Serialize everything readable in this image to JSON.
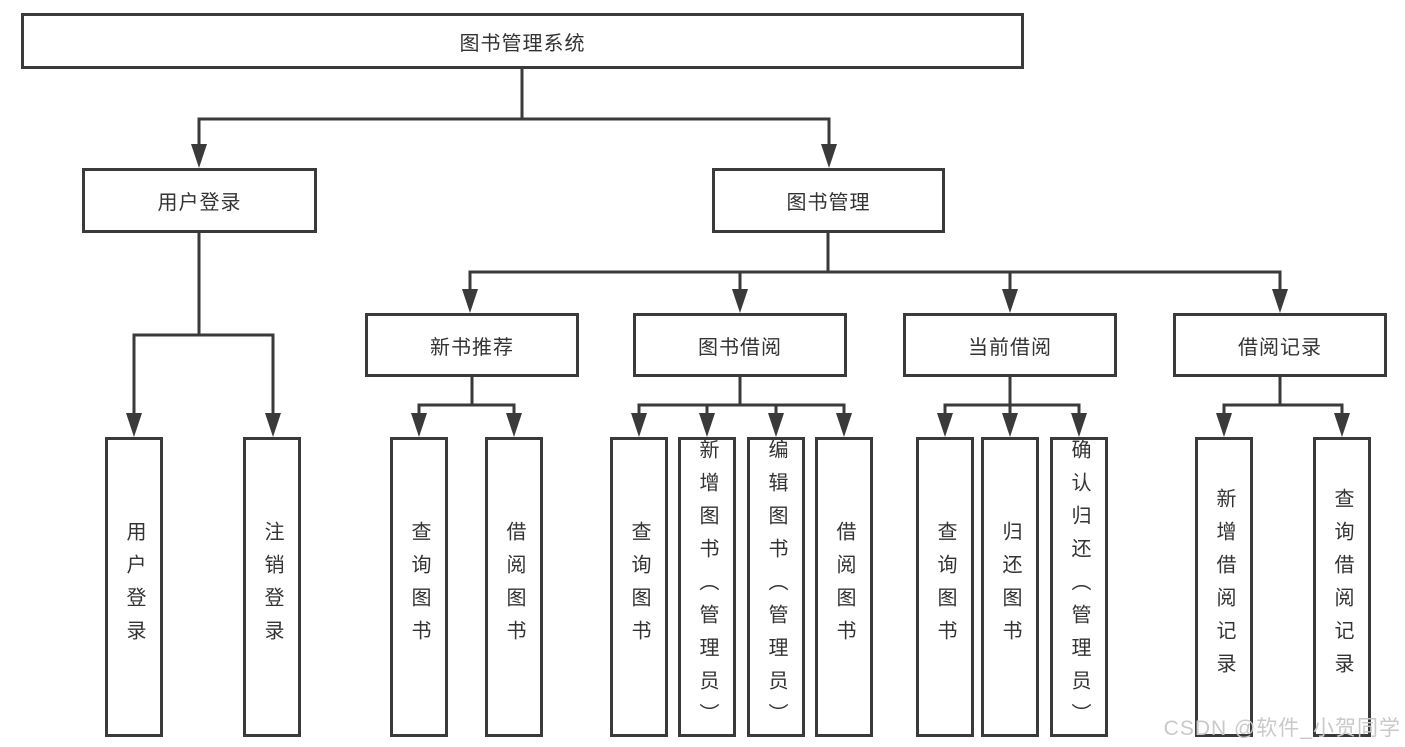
{
  "diagram": {
    "root": {
      "label": "图书管理系统"
    },
    "branches": [
      {
        "label": "用户登录",
        "children": [
          {
            "label": "用户登录"
          },
          {
            "label": "注销登录"
          }
        ]
      },
      {
        "label": "图书管理",
        "children": [
          {
            "label": "新书推荐",
            "children": [
              {
                "label": "查询图书"
              },
              {
                "label": "借阅图书"
              }
            ]
          },
          {
            "label": "图书借阅",
            "children": [
              {
                "label": "查询图书"
              },
              {
                "label": "新增图书（管理员）"
              },
              {
                "label": "编辑图书（管理员）"
              },
              {
                "label": "借阅图书"
              }
            ]
          },
          {
            "label": "当前借阅",
            "children": [
              {
                "label": "查询图书"
              },
              {
                "label": "归还图书"
              },
              {
                "label": "确认归还（管理员）"
              }
            ]
          },
          {
            "label": "借阅记录",
            "children": [
              {
                "label": "新增借阅记录"
              },
              {
                "label": "查询借阅记录"
              }
            ]
          }
        ]
      }
    ],
    "watermark": "CSDN @软件_小贺同学",
    "colors": {
      "line": "#3a3a3a",
      "box_border": "#3a3a3a",
      "text": "#333333",
      "watermark": "#c9c9c9",
      "background": "#ffffff"
    }
  }
}
